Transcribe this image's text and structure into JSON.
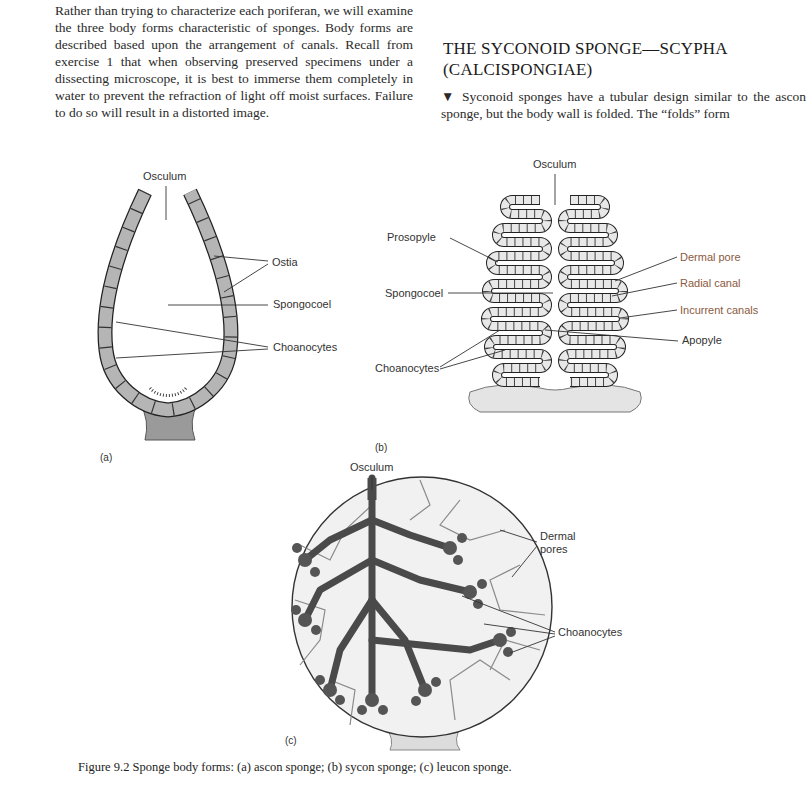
{
  "diagram": {
    "title": "THE SYCONOID SPONGE—SCYPHA (CALCISPONGIAE)",
    "caption": "Figure 9.2 Sponge body forms: (a) ascon sponge; (b) sycon sponge; (c) leucon sponge.",
    "labels": [
      "Rather than trying to characterize each poriferan, we will examine the three body forms characteristic of sponges. Body forms are described based upon the arrangement of canals. Recall from exercise 1 that when observing preserved specimens under a dissecting microscope, it is best to immerse them completely in water to prevent the refraction of light off moist surfaces. Failure to do so will result in a distorted image.",
      "▼ Syconoid sponges have a tubular design similar to the ascon sponge, but the body wall is folded. The “folds” form",
      "Osculum",
      "Ostia",
      "Spongocoel",
      "Choanocytes",
      "(a)",
      "Osculum",
      "Prosopyle",
      "Spongocoel",
      "Choanocytes",
      "Dermal pore",
      "Radial canal",
      "Incurrent canals",
      "Apopyle",
      "(b)",
      "Osculum",
      "Dermal pores",
      "Choanocytes",
      "(c)"
    ]
  }
}
